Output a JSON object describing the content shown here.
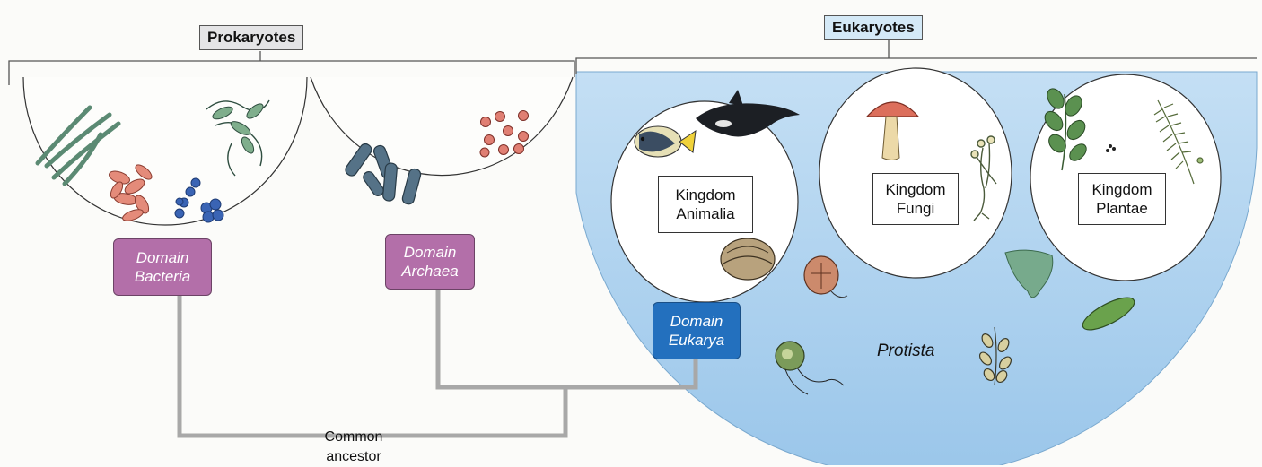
{
  "groups": {
    "prokaryotes": "Prokaryotes",
    "eukaryotes": "Eukaryotes"
  },
  "domains": {
    "bacteria": {
      "line1": "Domain",
      "line2": "Bacteria",
      "color": "#b36fa9"
    },
    "archaea": {
      "line1": "Domain",
      "line2": "Archaea",
      "color": "#b36fa9"
    },
    "eukarya": {
      "line1": "Domain",
      "line2": "Eukarya",
      "color": "#2370be"
    }
  },
  "kingdoms": {
    "animalia": {
      "line1": "Kingdom",
      "line2": "Animalia"
    },
    "fungi": {
      "line1": "Kingdom",
      "line2": "Fungi"
    },
    "plantae": {
      "line1": "Kingdom",
      "line2": "Plantae"
    }
  },
  "protista": "Protista",
  "ancestor": {
    "line1": "Common",
    "line2": "ancestor"
  },
  "colors": {
    "eukaryote_water": "#a9cfee",
    "tree_line": "#a8a8a8"
  },
  "icons": [
    "bacteria-cluster-icon",
    "archaea-cells-icon",
    "fish-icon",
    "whale-icon",
    "clam-icon",
    "mushroom-icon",
    "mold-icon",
    "fern-icon",
    "leafy-plant-icon",
    "protist-icon",
    "algae-icon",
    "diatom-icon"
  ]
}
